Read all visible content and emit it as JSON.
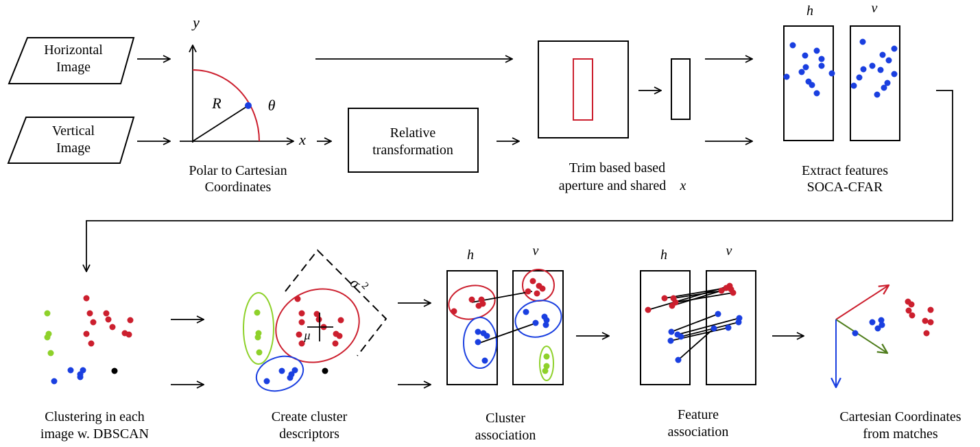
{
  "colors": {
    "red": "#cc1f2e",
    "blue": "#1a3fe0",
    "green": "#8ed12a",
    "black": "#000000",
    "olive": "#4f7d1c"
  },
  "inputs": {
    "horizontal_line1": "Horizontal",
    "horizontal_line2": "Image",
    "vertical_line1": "Vertical",
    "vertical_line2": "Image"
  },
  "polar": {
    "y_axis": "y",
    "x_axis": "x",
    "radius": "R",
    "angle": "θ",
    "caption_line1": "Polar to Cartesian",
    "caption_line2": "Coordinates"
  },
  "relative": {
    "line1": "Relative",
    "line2": "transformation"
  },
  "trim": {
    "line1": "Trim based based",
    "line2": "aperture and shared",
    "line2_var": "x"
  },
  "extract": {
    "h": "h",
    "v": "v",
    "line1": "Extract features",
    "line2": "SOCA-CFAR"
  },
  "clustering": {
    "line1": "Clustering in each",
    "line2": "image w. DBSCAN"
  },
  "descriptors": {
    "sigma": "σ",
    "sigma_exp": "2",
    "mu": "μ",
    "line1": "Create cluster",
    "line2": "descriptors"
  },
  "cluster_assoc": {
    "h": "h",
    "v": "v",
    "line1": "Cluster",
    "line2": "association"
  },
  "feature_assoc": {
    "h": "h",
    "v": "v",
    "line1": "Feature",
    "line2": "association"
  },
  "cartesian": {
    "line1": "Cartesian Coordinates",
    "line2": "from matches"
  }
}
